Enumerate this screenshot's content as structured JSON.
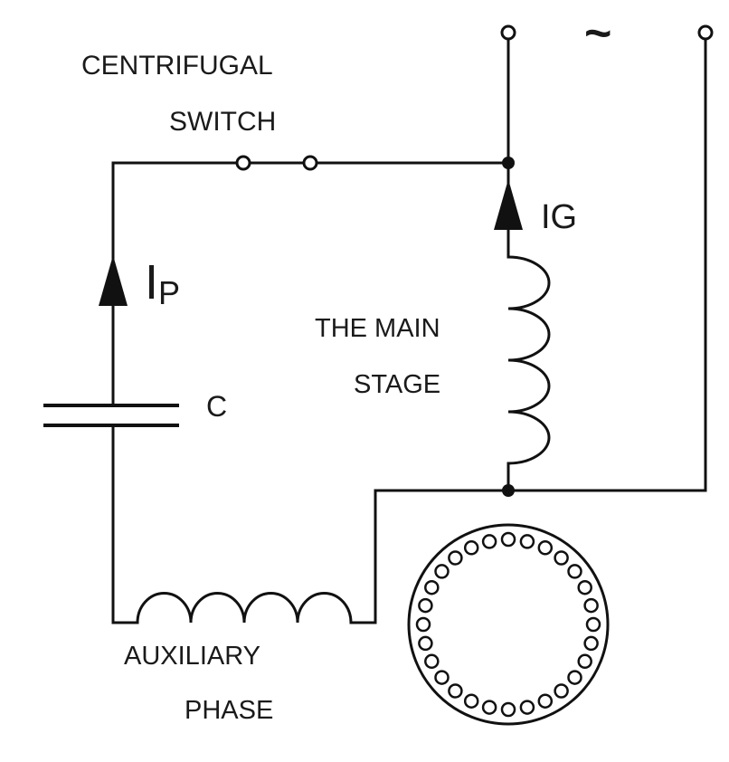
{
  "labels": {
    "centrifugal": "CENTRIFUGAL",
    "switch": "SWITCH",
    "ac_symbol": "~",
    "ig": "IG",
    "ip_main": "I",
    "ip_sub": "P",
    "main_stage_line1": "THE MAIN",
    "main_stage_line2": "STAGE",
    "capacitor": "C",
    "auxiliary_line1": "AUXILIARY",
    "auxiliary_line2": "PHASE"
  },
  "colors": {
    "stroke": "#111111",
    "text": "#1a1a1a",
    "background": "#ffffff"
  }
}
